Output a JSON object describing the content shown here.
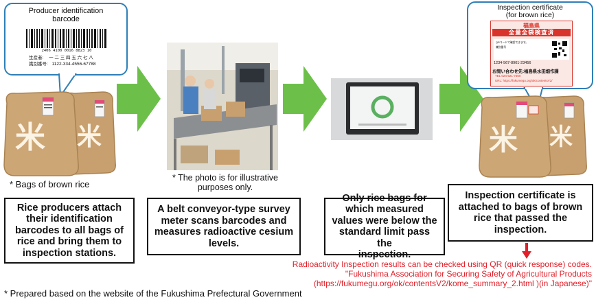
{
  "callout_left": {
    "title_line1": "Producer identification",
    "title_line2": "barcode",
    "barcode_number": "2406 4100 0016 8823 10",
    "label_producer": "生産者:",
    "producer_value": "一 二 三 四 五 六 七 八",
    "label_id": "識別番号:",
    "id_value": "1122-334-4556-67788"
  },
  "callout_right": {
    "title_line1": "Inspection certificate",
    "title_line2": "(for brown rice)",
    "prefecture": "福島県",
    "headline": "全量全袋検査済",
    "qr_text": "QRコードで確認できます。",
    "qr_sub": "識別番号",
    "serial": "1234-567-8901-23456",
    "contact": "お問い合わせ先:福島県水田畑作課",
    "tel": "TEL 024-521-7360",
    "url": "URL: https://fukumegu.org/ok/contentsV2/"
  },
  "rice_bag_kanji": "米",
  "notes": {
    "bags": "* Bags of brown rice",
    "photo_line1": "* The photo is for illustrative",
    "photo_line2": "purposes only.",
    "source": "* Prepared based on the website of the Fukushima Prefectural Government"
  },
  "steps": [
    {
      "line1": "Rice producers attach",
      "line2": "their identification",
      "line3": "barcodes to all bags of",
      "line4": "rice and bring them to",
      "line5": "inspection stations."
    },
    {
      "line1": "A belt conveyor-type survey",
      "line2": "meter scans barcodes and",
      "line3": "measures radioactive cesium",
      "line4": "levels."
    },
    {
      "line1": "Only rice bags for",
      "line2": "which measured",
      "line3": "values were below the",
      "line4": "standard limit pass the",
      "line5": "inspection."
    },
    {
      "line1": "Inspection certificate is",
      "line2": "attached to bags of brown",
      "line3": "rice that passed the",
      "line4": "inspection."
    }
  ],
  "red_note": {
    "line1": "Radioactivity Inspection results can be checked using QR (quick response) codes.",
    "line2": "\"Fukushima Association for Securing Safety of Agricultural Products",
    "line3": "(https://fukumegu.org/ok/contentsV2/kome_summary_2.html )(in Japanese)\""
  },
  "colors": {
    "arrow_green": "#6cc04a",
    "callout_border": "#2d7fb8",
    "bag_tan": "#c8a070",
    "red_text": "#e0202a",
    "cert_red": "#d9342b"
  }
}
